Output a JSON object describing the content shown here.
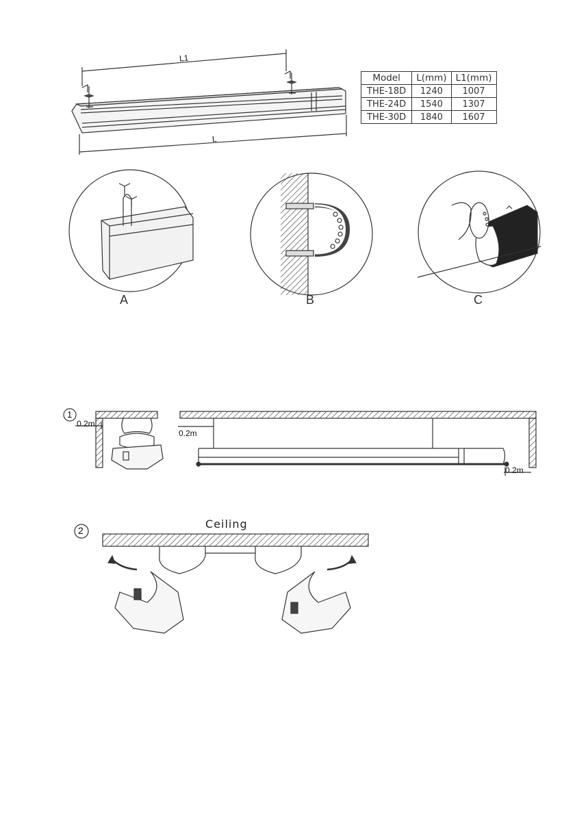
{
  "spec_table": {
    "headers": [
      "Model",
      "L(mm)",
      "L1(mm)"
    ],
    "rows": [
      [
        "THE-18D",
        "1240",
        "1007"
      ],
      [
        "THE-24D",
        "1540",
        "1307"
      ],
      [
        "THE-30D",
        "1840",
        "1607"
      ]
    ]
  },
  "heater_diagram": {
    "dim_l1": "L1",
    "dim_l": "L"
  },
  "details": {
    "a": "A",
    "b": "B",
    "c": "C"
  },
  "step1": {
    "number": "1",
    "clearance_left": "0.2m",
    "clearance_mid": "0.2m",
    "clearance_right": "0.2m"
  },
  "step2": {
    "number": "2",
    "ceiling": "Ceiling"
  }
}
